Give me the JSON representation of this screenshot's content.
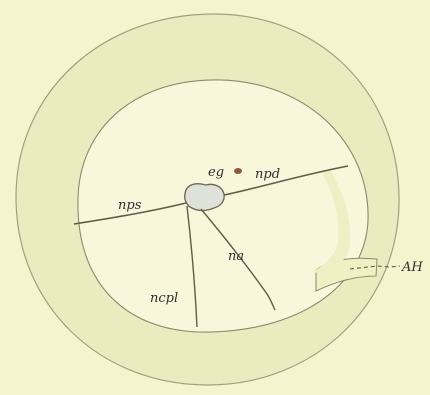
{
  "figure": {
    "labels": {
      "eg": "eg",
      "npd": "npd",
      "nps": "nps",
      "na": "na",
      "ncpl": "ncpl",
      "ah": "AH"
    }
  }
}
